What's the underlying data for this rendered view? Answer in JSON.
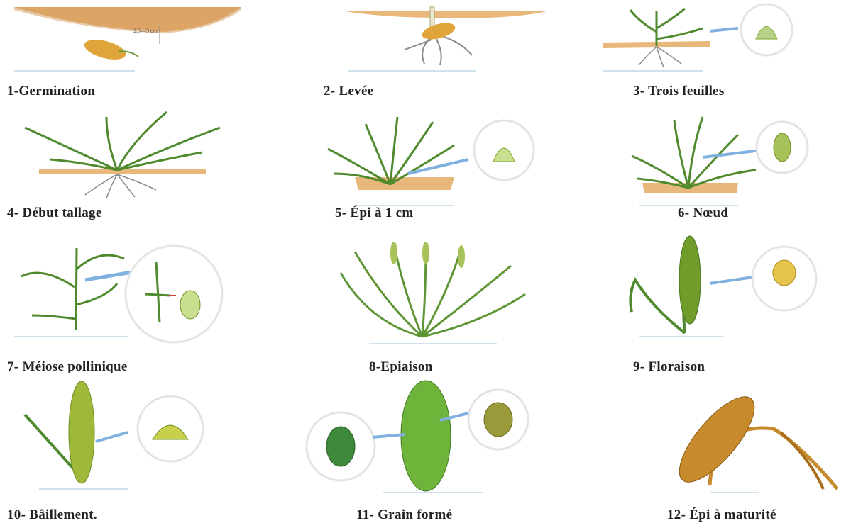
{
  "stages": [
    {
      "number": "1",
      "label": "1-Germination"
    },
    {
      "number": "2",
      "label": "2- Levée"
    },
    {
      "number": "3",
      "label": "3- Trois feuilles"
    },
    {
      "number": "4",
      "label": "4- Début tallage"
    },
    {
      "number": "5",
      "label": "5- Épi à 1 cm"
    },
    {
      "number": "6",
      "label": "6- Nœud"
    },
    {
      "number": "7",
      "label": "7- Méiose pollinique"
    },
    {
      "number": "8",
      "label": "8-Epiaison"
    },
    {
      "number": "9",
      "label": "9- Floraison"
    },
    {
      "number": "10",
      "label": "10- Bâillement."
    },
    {
      "number": "11",
      "label": "11- Grain formé"
    },
    {
      "number": "12",
      "label": "12- Épi à maturité"
    }
  ],
  "depth_note": "2,5—5 cm",
  "colors": {
    "leaf": "#4f8a2e",
    "leaf_light": "#8bbf4a",
    "soil": "#e8b77a",
    "soil_dark": "#d09352",
    "root": "#8a8a8a",
    "seed": "#e0a53a",
    "spike_green": "#7fa82a",
    "spike_yellow": "#d7c748",
    "ripe": "#c78a2c",
    "arrow": "#7fb0e0",
    "magnifier_ring": "#e4e4e4"
  }
}
